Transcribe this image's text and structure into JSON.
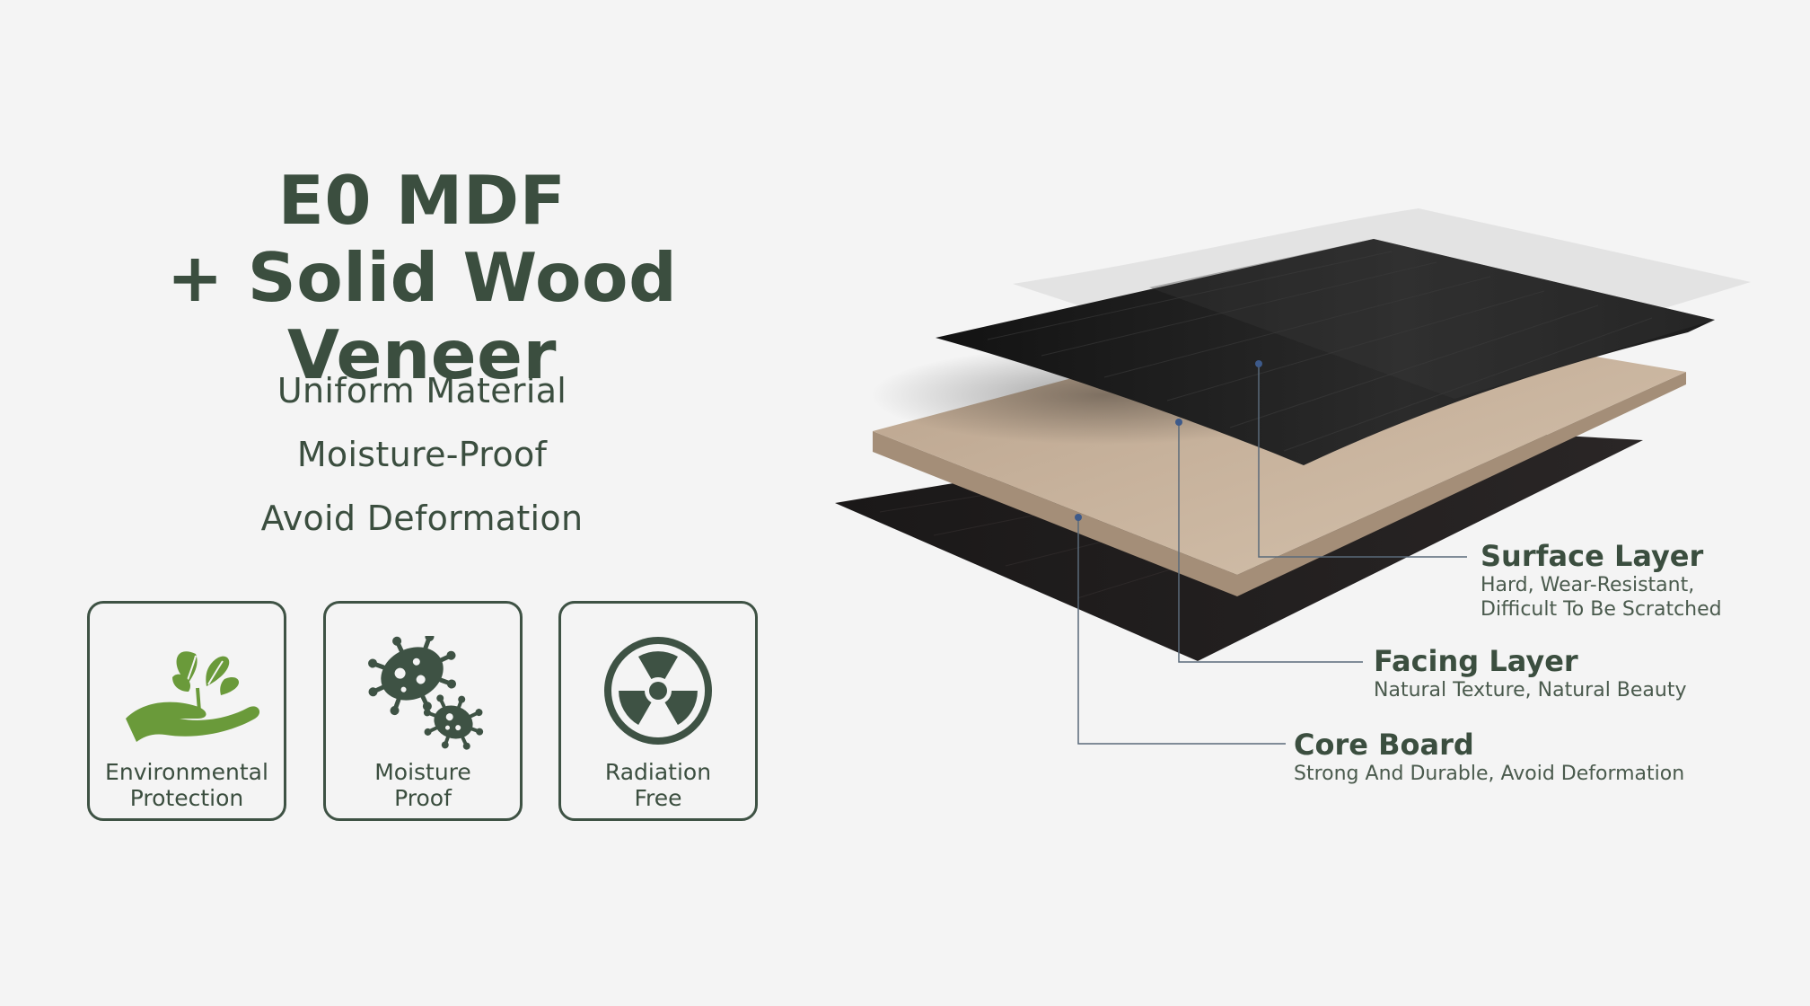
{
  "title": {
    "line1": "E0 MDF",
    "line2": "+ Solid Wood Veneer"
  },
  "features": [
    "Uniform Material",
    "Moisture-Proof",
    "Avoid Deformation"
  ],
  "cards": [
    {
      "line1": "Environmental",
      "line2": "Protection",
      "icon": "hand-leaf-icon"
    },
    {
      "line1": "Moisture",
      "line2": "Proof",
      "icon": "bacteria-icon"
    },
    {
      "line1": "Radiation",
      "line2": "Free",
      "icon": "radiation-icon"
    }
  ],
  "callouts": {
    "surface": {
      "title": "Surface Layer",
      "desc_line1": "Hard, Wear-Resistant,",
      "desc_line2": "Difficult To Be Scratched"
    },
    "facing": {
      "title": "Facing Layer",
      "desc": "Natural Texture, Natural Beauty"
    },
    "core": {
      "title": "Core Board",
      "desc": "Strong And Durable, Avoid Deformation"
    }
  },
  "colors": {
    "primary_text": "#3b4e3f",
    "leaf_green": "#6a9a3a",
    "icon_dark": "#3e5244",
    "core_board": "#c6b09a",
    "veneer_dark": "#1c1a1a",
    "callout_line": "#5a6a7a"
  }
}
